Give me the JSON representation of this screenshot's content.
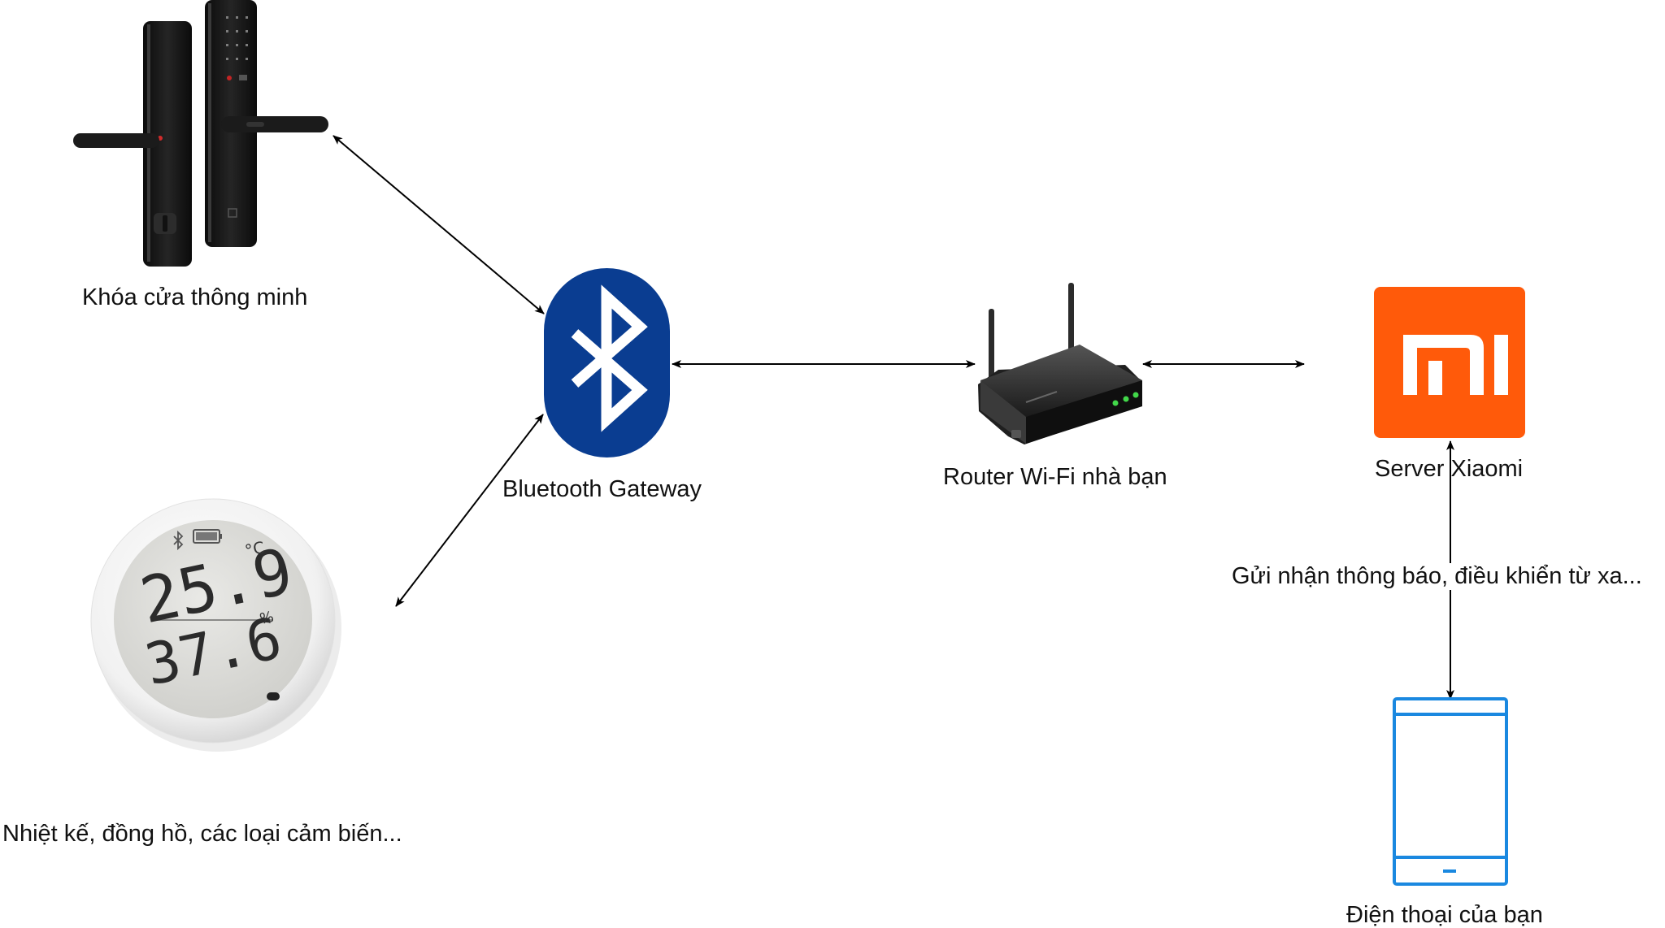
{
  "nodes": {
    "smart_lock": {
      "label": "Khóa cửa thông minh"
    },
    "sensors": {
      "label": "Nhiệt kế, đồng hồ, các loại cảm biến...",
      "display_temperature": "25.9",
      "temperature_unit": "°C",
      "display_humidity": "37.6",
      "humidity_unit": "%"
    },
    "bluetooth_gateway": {
      "label": "Bluetooth Gateway"
    },
    "router": {
      "label": "Router Wi-Fi nhà bạn"
    },
    "server": {
      "label": "Server Xiaomi",
      "logo_text": "MI"
    },
    "phone": {
      "label": "Điện thoại của bạn"
    }
  },
  "edges": {
    "server_phone": {
      "label": "Gửi nhận thông báo, điều khiển từ xa..."
    }
  },
  "colors": {
    "bluetooth_blue": "#0a3d91",
    "xiaomi_orange": "#ff5a0a",
    "phone_outline": "#1a88e0",
    "arrow": "#000000"
  },
  "icons": {
    "lock": "smart-lock-icon",
    "sensor": "thermometer-hygrometer-icon",
    "bluetooth": "bluetooth-icon",
    "router": "wifi-router-icon",
    "server": "xiaomi-mi-logo-icon",
    "phone": "smartphone-icon"
  }
}
